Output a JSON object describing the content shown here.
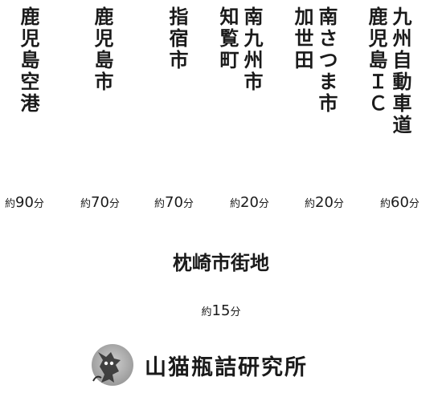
{
  "destinations": [
    {
      "id": "kagoshima-airport",
      "lines": [
        "鹿児島空港"
      ],
      "time_prefix": "約",
      "time_value": "90",
      "time_unit": "分"
    },
    {
      "id": "kagoshima-city",
      "lines": [
        "鹿児島市"
      ],
      "time_prefix": "約",
      "time_value": "70",
      "time_unit": "分"
    },
    {
      "id": "ibusuki-city",
      "lines": [
        "指宿市"
      ],
      "time_prefix": "約",
      "time_value": "70",
      "time_unit": "分"
    },
    {
      "id": "minamikyushu-city",
      "lines": [
        "南九州市",
        "知覧町"
      ],
      "time_prefix": "約",
      "time_value": "20",
      "time_unit": "分"
    },
    {
      "id": "minamisatsuma-city",
      "lines": [
        "南さつま市",
        "加世田"
      ],
      "time_prefix": "約",
      "time_value": "20",
      "time_unit": "分"
    },
    {
      "id": "kyushu-expressway",
      "lines": [
        "九州自動車道",
        "鹿児島ＩＣ"
      ],
      "time_prefix": "約",
      "time_value": "60",
      "time_unit": "分"
    }
  ],
  "hub": {
    "label": "枕崎市街地",
    "time_prefix": "約",
    "time_value": "15",
    "time_unit": "分"
  },
  "brand": {
    "name": "山猫瓶詰研究所",
    "logo_icon": "wildcat-logo-icon"
  },
  "colors": {
    "text": "#1a1a1a",
    "background": "#ffffff",
    "logo_fill": "#bdbdbd"
  }
}
